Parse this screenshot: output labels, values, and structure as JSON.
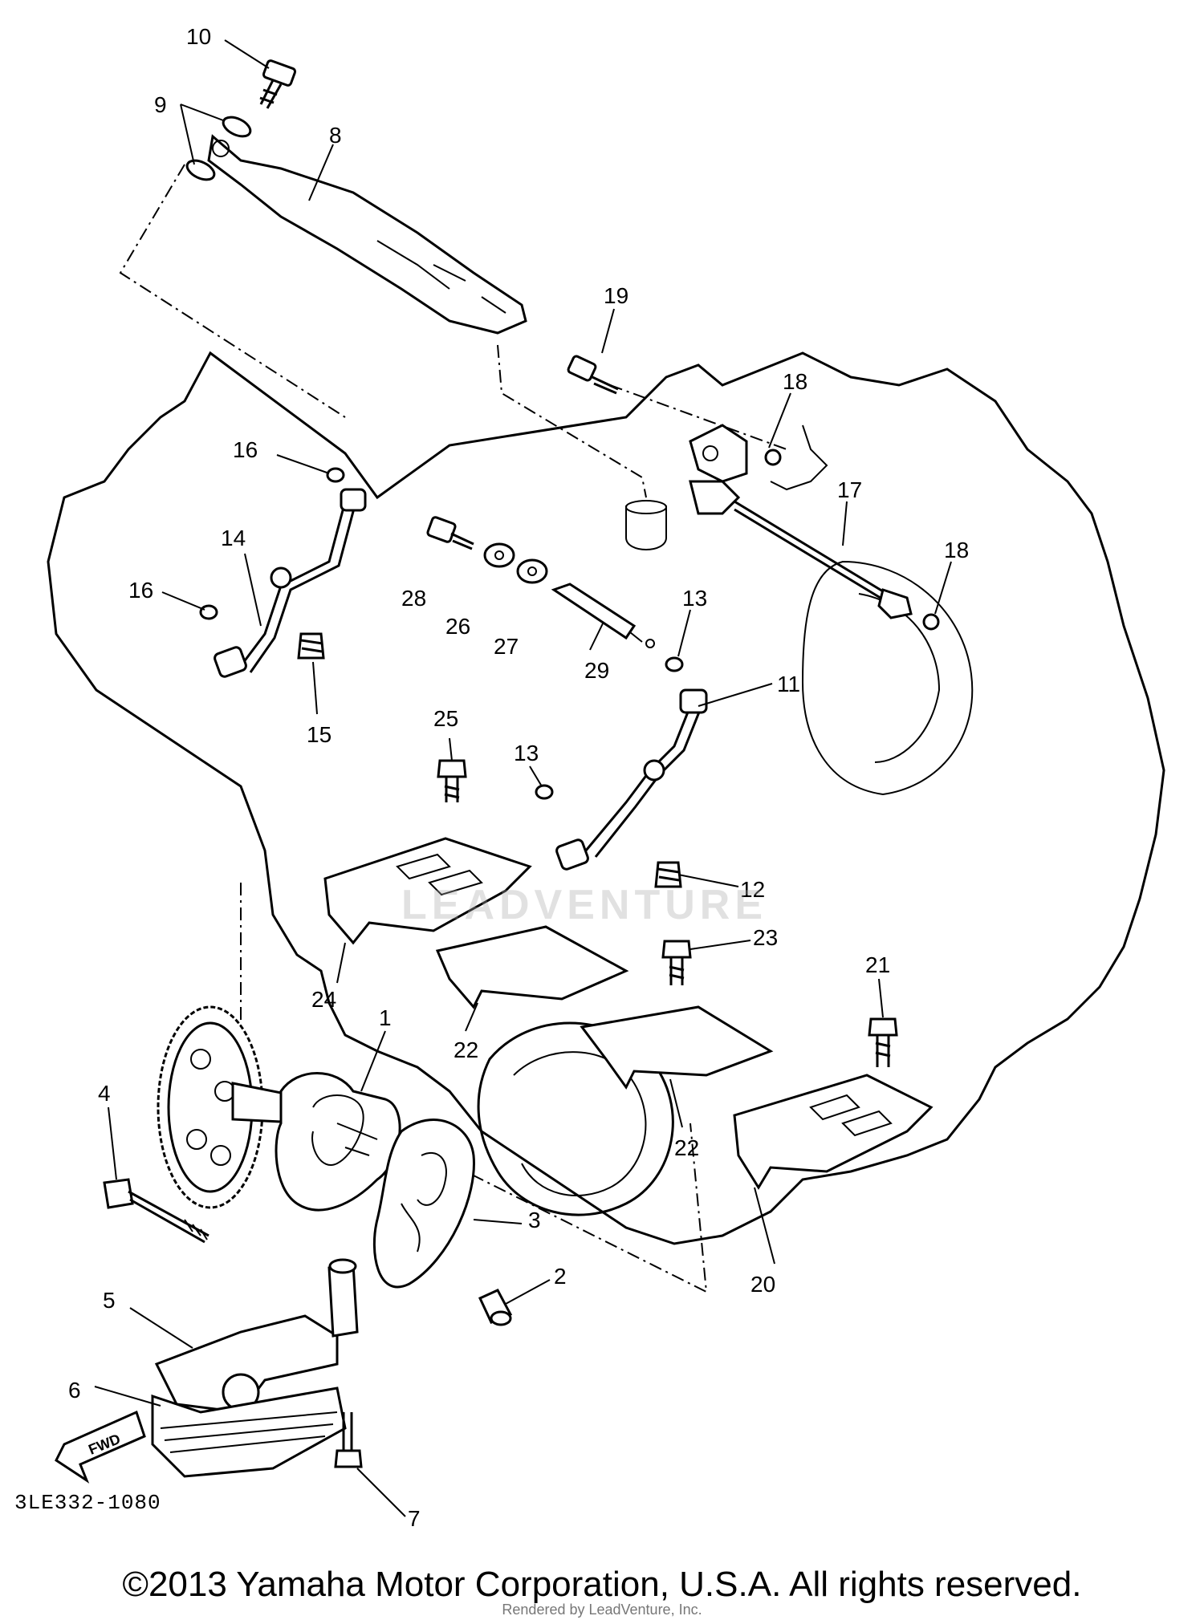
{
  "diagram": {
    "reference_code": "3LE332-1080",
    "copyright": "©2013 Yamaha Motor Corporation, U.S.A. All rights reserved.",
    "rendered_by": "Rendered by LeadVenture, Inc.",
    "watermark": "LEADVENTURE",
    "fwd_label": "FWD",
    "callouts": {
      "c1": "1",
      "c2": "2",
      "c3": "3",
      "c4": "4",
      "c5": "5",
      "c6": "6",
      "c7": "7",
      "c8": "8",
      "c9": "9",
      "c10": "10",
      "c11": "11",
      "c12": "12",
      "c13a": "13",
      "c13b": "13",
      "c14": "14",
      "c15": "15",
      "c16a": "16",
      "c16b": "16",
      "c17": "17",
      "c18a": "18",
      "c18b": "18",
      "c19": "19",
      "c20": "20",
      "c21": "21",
      "c22a": "22",
      "c22b": "22",
      "c23": "23",
      "c24": "24",
      "c25": "25",
      "c26": "26",
      "c27": "27",
      "c28": "28",
      "c29": "29"
    }
  }
}
